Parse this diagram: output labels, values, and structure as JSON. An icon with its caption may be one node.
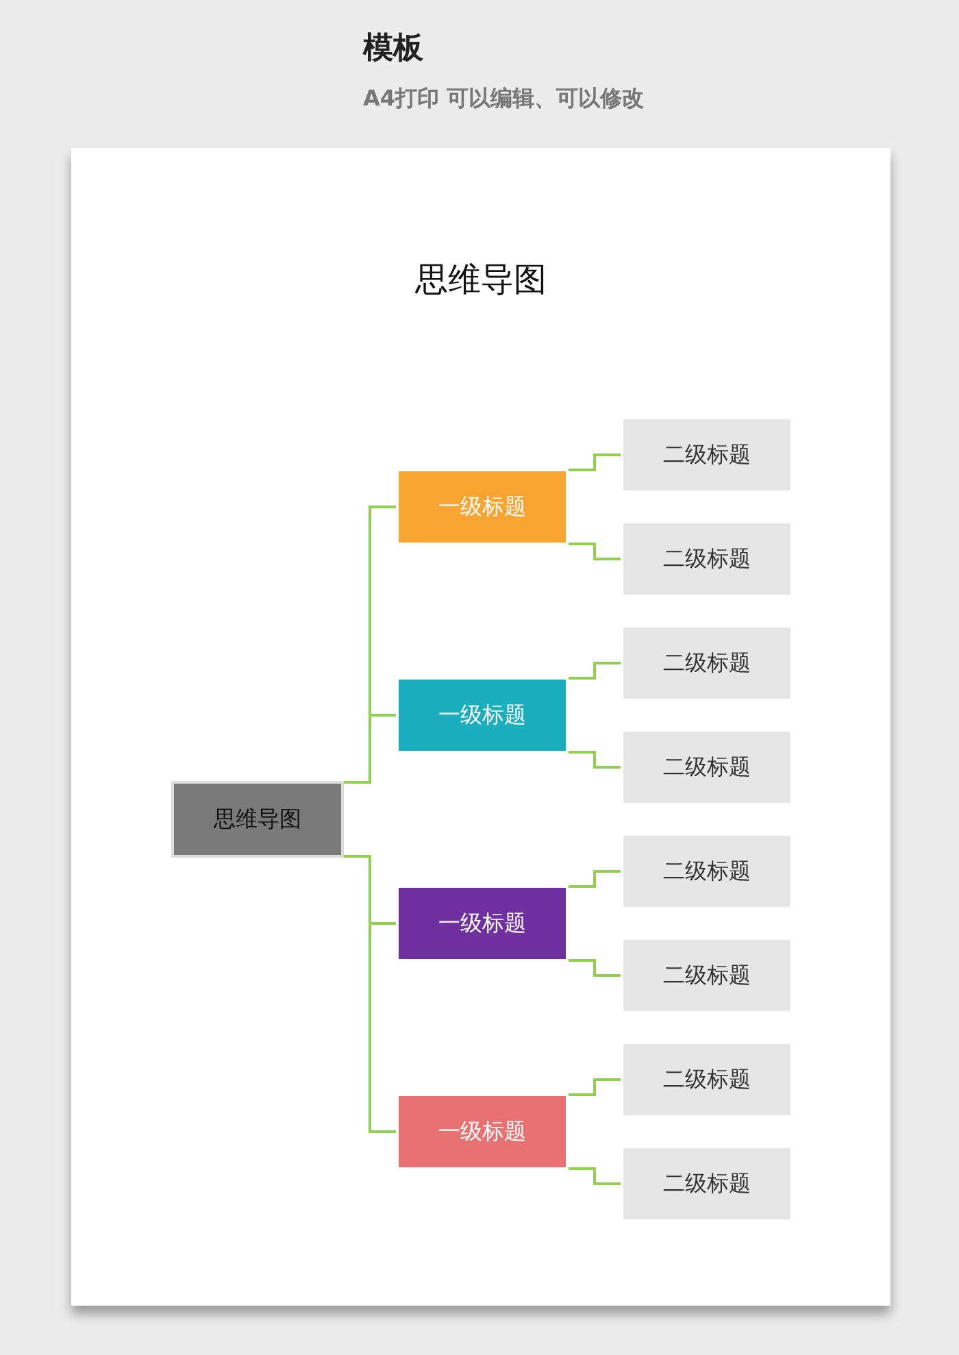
{
  "diagram": {
    "title": "思维导图",
    "nodes": [
      {
        "text": [
          "思维导图"
        ]
      },
      {
        "text": [
          "一级标题"
        ]
      },
      {
        "text": [
          "二级标题"
        ]
      },
      {
        "text": [
          "二级标题"
        ]
      },
      {
        "text": [
          "一级标题"
        ]
      },
      {
        "text": [
          "二级标题"
        ]
      },
      {
        "text": [
          "二级标题"
        ]
      },
      {
        "text": [
          "一级标题"
        ]
      },
      {
        "text": [
          "二级标题"
        ]
      },
      {
        "text": [
          "二级标题"
        ]
      },
      {
        "text": [
          "一级标题"
        ]
      },
      {
        "text": [
          "二级标题"
        ]
      },
      {
        "text": [
          "二级标题"
        ]
      }
    ],
    "edges": [
      {
        "from": 0,
        "to": 1,
        "arrow": "none"
      },
      {
        "from": 1,
        "to": 2,
        "arrow": "none"
      },
      {
        "from": 1,
        "to": 3,
        "arrow": "none"
      },
      {
        "from": 0,
        "to": 4,
        "arrow": "none"
      },
      {
        "from": 4,
        "to": 5,
        "arrow": "none"
      },
      {
        "from": 4,
        "to": 6,
        "arrow": "none"
      },
      {
        "from": 0,
        "to": 7,
        "arrow": "none"
      },
      {
        "from": 7,
        "to": 8,
        "arrow": "none"
      },
      {
        "from": 7,
        "to": 9,
        "arrow": "none"
      },
      {
        "from": 0,
        "to": 10,
        "arrow": "none"
      },
      {
        "from": 10,
        "to": 11,
        "arrow": "none"
      },
      {
        "from": 10,
        "to": 12,
        "arrow": "none"
      }
    ],
    "labels": [
      "模板",
      "A4打印 可以编辑、可以修改"
    ]
  }
}
